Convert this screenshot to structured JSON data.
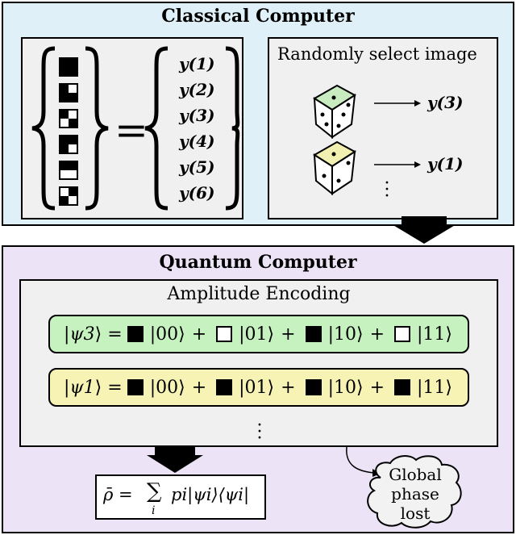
{
  "classical": {
    "title": "Classical Computer",
    "image_set": {
      "labels": [
        "y(1)",
        "y(2)",
        "y(3)",
        "y(4)",
        "y(5)",
        "y(6)"
      ],
      "equals": "="
    },
    "random_select": {
      "title": "Randomly select image",
      "samples": [
        {
          "die_color": "#c8ecc0",
          "result": "y(3)"
        },
        {
          "die_color": "#f2f0b0",
          "result": "y(1)"
        }
      ]
    }
  },
  "quantum": {
    "title": "Quantum Computer",
    "encoding": {
      "title": "Amplitude Encoding",
      "states": [
        {
          "ket": "ψ3",
          "color": "#c6f2c0",
          "terms": [
            {
              "fill": "black",
              "basis": "|00⟩"
            },
            {
              "fill": "white",
              "basis": "|01⟩"
            },
            {
              "fill": "black",
              "basis": "|10⟩"
            },
            {
              "fill": "white",
              "basis": "|11⟩"
            }
          ]
        },
        {
          "ket": "ψ1",
          "color": "#f7f3b4",
          "terms": [
            {
              "fill": "black",
              "basis": "|00⟩"
            },
            {
              "fill": "black",
              "basis": "|01⟩"
            },
            {
              "fill": "black",
              "basis": "|10⟩"
            },
            {
              "fill": "black",
              "basis": "|11⟩"
            }
          ]
        }
      ]
    },
    "density": {
      "lhs": "ρ̄ = ",
      "sum": "∑",
      "sub": "i",
      "rhs": "pi|ψi⟩⟨ψi|"
    },
    "note": {
      "lines": [
        "Global",
        "phase",
        "lost"
      ]
    }
  }
}
